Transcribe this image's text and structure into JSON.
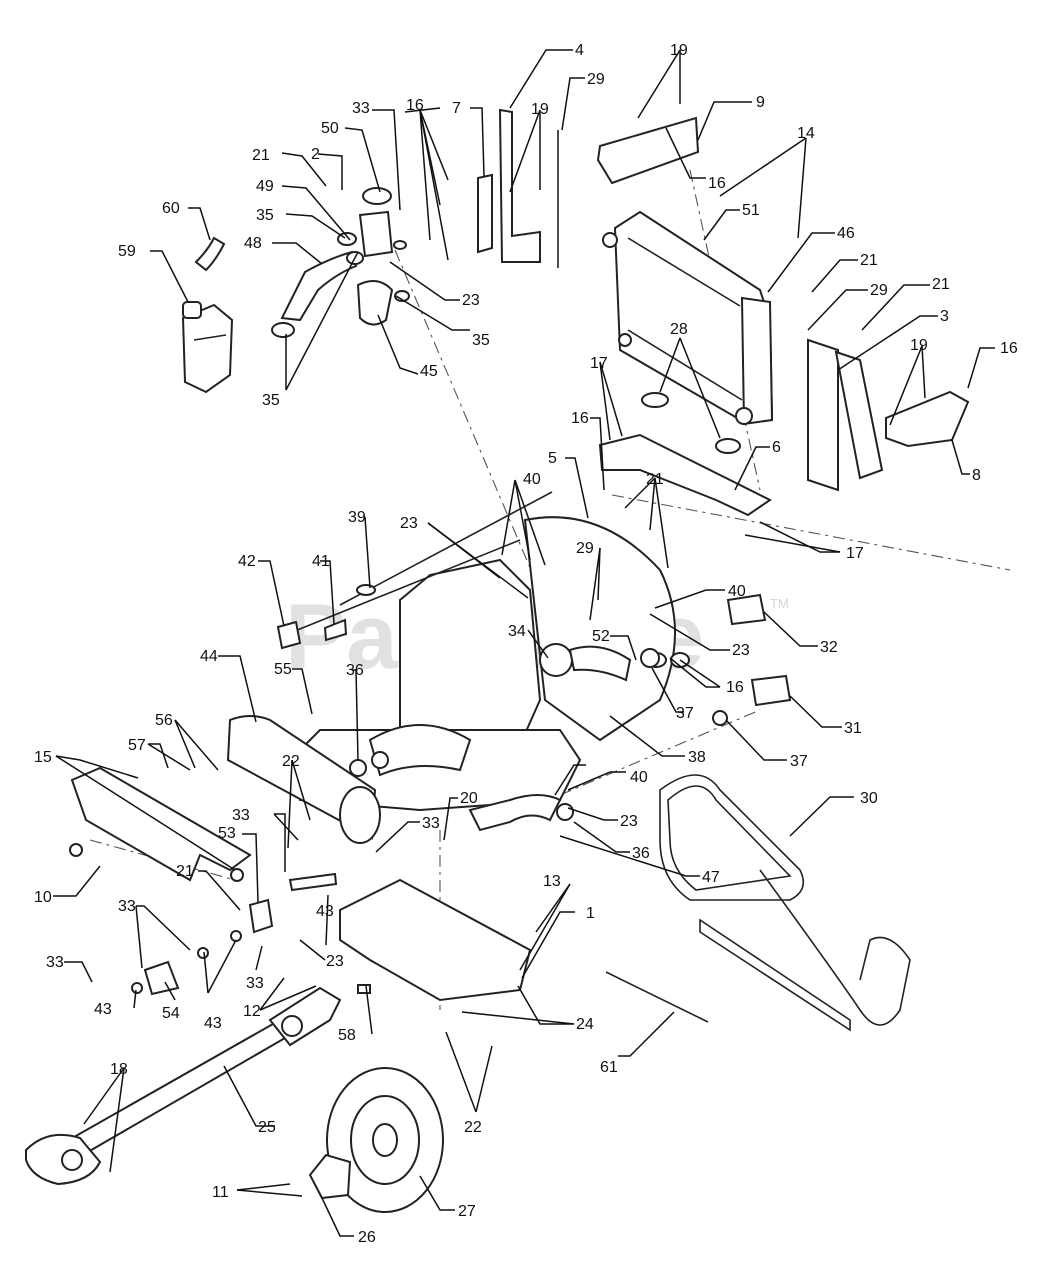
{
  "watermark": {
    "text": "PartsTree",
    "tm": "TM"
  },
  "callouts": [
    {
      "key": "c1",
      "text": "1"
    },
    {
      "key": "c3",
      "text": "3"
    },
    {
      "key": "c4",
      "text": "4"
    },
    {
      "key": "c5",
      "text": "5"
    },
    {
      "key": "c6",
      "text": "6"
    },
    {
      "key": "c7",
      "text": "7"
    },
    {
      "key": "c8",
      "text": "8"
    },
    {
      "key": "c9",
      "text": "9"
    },
    {
      "key": "c10",
      "text": "10"
    },
    {
      "key": "c11",
      "text": "11"
    },
    {
      "key": "c12",
      "text": "12"
    },
    {
      "key": "c13",
      "text": "13"
    },
    {
      "key": "c14",
      "text": "14"
    },
    {
      "key": "c15",
      "text": "15"
    },
    {
      "key": "c16a",
      "text": "16"
    },
    {
      "key": "c16b",
      "text": "16"
    },
    {
      "key": "c16c",
      "text": "16"
    },
    {
      "key": "c16d",
      "text": "16"
    },
    {
      "key": "c16e",
      "text": "16"
    },
    {
      "key": "c17a",
      "text": "17"
    },
    {
      "key": "c17b",
      "text": "17"
    },
    {
      "key": "c18",
      "text": "18"
    },
    {
      "key": "c19a",
      "text": "19"
    },
    {
      "key": "c19b",
      "text": "19"
    },
    {
      "key": "c19c",
      "text": "19"
    },
    {
      "key": "c2",
      "text": "2"
    },
    {
      "key": "c20",
      "text": "20"
    },
    {
      "key": "c21a",
      "text": "21"
    },
    {
      "key": "c21b",
      "text": "21"
    },
    {
      "key": "c21c",
      "text": "21"
    },
    {
      "key": "c21d",
      "text": "21"
    },
    {
      "key": "c21e",
      "text": "21"
    },
    {
      "key": "c22a",
      "text": "22"
    },
    {
      "key": "c22b",
      "text": "22"
    },
    {
      "key": "c23a",
      "text": "23"
    },
    {
      "key": "c23b",
      "text": "23"
    },
    {
      "key": "c23c",
      "text": "23"
    },
    {
      "key": "c23d",
      "text": "23"
    },
    {
      "key": "c23e",
      "text": "23"
    },
    {
      "key": "c24",
      "text": "24"
    },
    {
      "key": "c25",
      "text": "25"
    },
    {
      "key": "c26",
      "text": "26"
    },
    {
      "key": "c27",
      "text": "27"
    },
    {
      "key": "c28",
      "text": "28"
    },
    {
      "key": "c29a",
      "text": "29"
    },
    {
      "key": "c29b",
      "text": "29"
    },
    {
      "key": "c29c",
      "text": "29"
    },
    {
      "key": "c30",
      "text": "30"
    },
    {
      "key": "c31",
      "text": "31"
    },
    {
      "key": "c32",
      "text": "32"
    },
    {
      "key": "c33a",
      "text": "33"
    },
    {
      "key": "c33b",
      "text": "33"
    },
    {
      "key": "c33c",
      "text": "33"
    },
    {
      "key": "c33d",
      "text": "33"
    },
    {
      "key": "c33e",
      "text": "33"
    },
    {
      "key": "c33f",
      "text": "33"
    },
    {
      "key": "c34",
      "text": "34"
    },
    {
      "key": "c35a",
      "text": "35"
    },
    {
      "key": "c35b",
      "text": "35"
    },
    {
      "key": "c35c",
      "text": "35"
    },
    {
      "key": "c36a",
      "text": "36"
    },
    {
      "key": "c36b",
      "text": "36"
    },
    {
      "key": "c37a",
      "text": "37"
    },
    {
      "key": "c37b",
      "text": "37"
    },
    {
      "key": "c38",
      "text": "38"
    },
    {
      "key": "c39",
      "text": "39"
    },
    {
      "key": "c40a",
      "text": "40"
    },
    {
      "key": "c40b",
      "text": "40"
    },
    {
      "key": "c40c",
      "text": "40"
    },
    {
      "key": "c41",
      "text": "41"
    },
    {
      "key": "c42",
      "text": "42"
    },
    {
      "key": "c43a",
      "text": "43"
    },
    {
      "key": "c43b",
      "text": "43"
    },
    {
      "key": "c43c",
      "text": "43"
    },
    {
      "key": "c44",
      "text": "44"
    },
    {
      "key": "c45",
      "text": "45"
    },
    {
      "key": "c46",
      "text": "46"
    },
    {
      "key": "c47",
      "text": "47"
    },
    {
      "key": "c48",
      "text": "48"
    },
    {
      "key": "c49",
      "text": "49"
    },
    {
      "key": "c50",
      "text": "50"
    },
    {
      "key": "c51",
      "text": "51"
    },
    {
      "key": "c52",
      "text": "52"
    },
    {
      "key": "c53",
      "text": "53"
    },
    {
      "key": "c54",
      "text": "54"
    },
    {
      "key": "c55",
      "text": "55"
    },
    {
      "key": "c56",
      "text": "56"
    },
    {
      "key": "c57",
      "text": "57"
    },
    {
      "key": "c58",
      "text": "58"
    },
    {
      "key": "c59",
      "text": "59"
    },
    {
      "key": "c60",
      "text": "60"
    },
    {
      "key": "c61",
      "text": "61"
    }
  ]
}
